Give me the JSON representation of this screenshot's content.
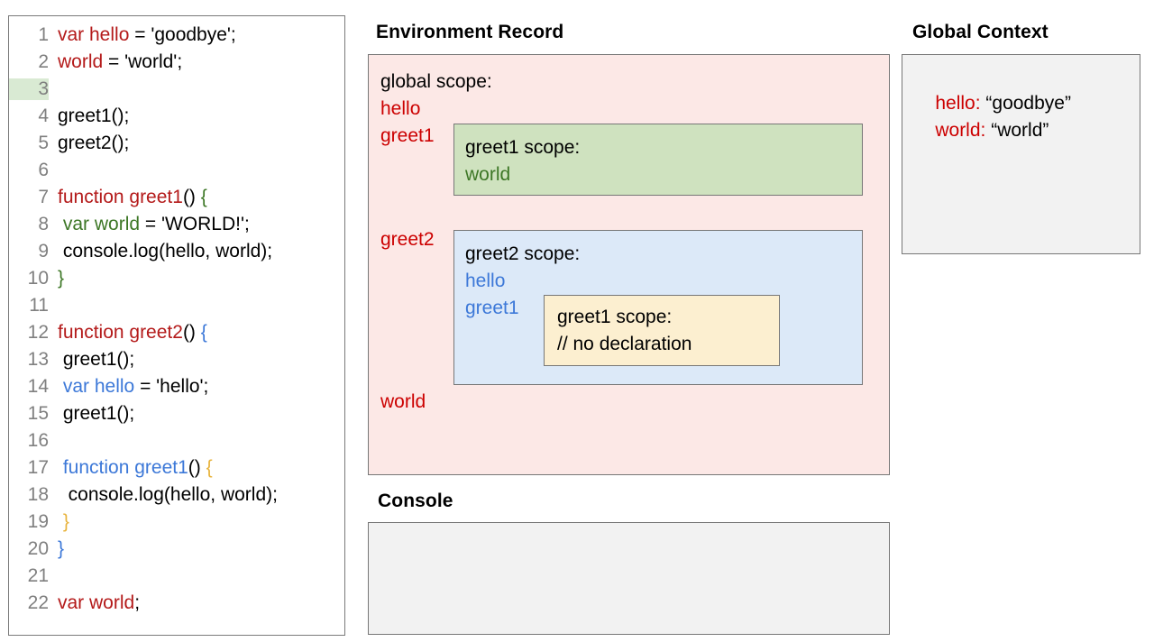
{
  "code_panel": {
    "lines": [
      {
        "num": "1",
        "highlight": false,
        "tokens": [
          {
            "t": "var hello",
            "c": "red"
          },
          {
            "t": " = 'goodbye';",
            "c": "black"
          }
        ]
      },
      {
        "num": "2",
        "highlight": false,
        "tokens": [
          {
            "t": "world",
            "c": "red"
          },
          {
            "t": " = 'world';",
            "c": "black"
          }
        ]
      },
      {
        "num": "3",
        "highlight": true,
        "tokens": [
          {
            "t": "",
            "c": "black"
          }
        ]
      },
      {
        "num": "4",
        "highlight": false,
        "tokens": [
          {
            "t": "greet1();",
            "c": "black"
          }
        ]
      },
      {
        "num": "5",
        "highlight": false,
        "tokens": [
          {
            "t": "greet2();",
            "c": "black"
          }
        ]
      },
      {
        "num": "6",
        "highlight": false,
        "tokens": [
          {
            "t": "",
            "c": "black"
          }
        ]
      },
      {
        "num": "7",
        "highlight": false,
        "tokens": [
          {
            "t": "function greet1",
            "c": "red"
          },
          {
            "t": "() ",
            "c": "black"
          },
          {
            "t": "{",
            "c": "green"
          }
        ]
      },
      {
        "num": "8",
        "highlight": false,
        "tokens": [
          {
            "t": " ",
            "c": "black"
          },
          {
            "t": "var world",
            "c": "green"
          },
          {
            "t": " = 'WORLD!';",
            "c": "black"
          }
        ]
      },
      {
        "num": "9",
        "highlight": false,
        "tokens": [
          {
            "t": " console.log(hello, world);",
            "c": "black"
          }
        ]
      },
      {
        "num": "10",
        "highlight": false,
        "tokens": [
          {
            "t": "}",
            "c": "green"
          }
        ]
      },
      {
        "num": "11",
        "highlight": false,
        "tokens": [
          {
            "t": "",
            "c": "black"
          }
        ]
      },
      {
        "num": "12",
        "highlight": false,
        "tokens": [
          {
            "t": "function greet2",
            "c": "red"
          },
          {
            "t": "() ",
            "c": "black"
          },
          {
            "t": "{",
            "c": "blue"
          }
        ]
      },
      {
        "num": "13",
        "highlight": false,
        "tokens": [
          {
            "t": " greet1();",
            "c": "black"
          }
        ]
      },
      {
        "num": "14",
        "highlight": false,
        "tokens": [
          {
            "t": " ",
            "c": "black"
          },
          {
            "t": "var hello",
            "c": "blue"
          },
          {
            "t": " = 'hello';",
            "c": "black"
          }
        ]
      },
      {
        "num": "15",
        "highlight": false,
        "tokens": [
          {
            "t": " greet1();",
            "c": "black"
          }
        ]
      },
      {
        "num": "16",
        "highlight": false,
        "tokens": [
          {
            "t": "",
            "c": "black"
          }
        ]
      },
      {
        "num": "17",
        "highlight": false,
        "tokens": [
          {
            "t": " ",
            "c": "black"
          },
          {
            "t": "function greet1",
            "c": "blue"
          },
          {
            "t": "() ",
            "c": "black"
          },
          {
            "t": "{",
            "c": "gold"
          }
        ]
      },
      {
        "num": "18",
        "highlight": false,
        "tokens": [
          {
            "t": "  console.log(hello, world);",
            "c": "black"
          }
        ]
      },
      {
        "num": "19",
        "highlight": false,
        "tokens": [
          {
            "t": " ",
            "c": "black"
          },
          {
            "t": "}",
            "c": "gold"
          }
        ]
      },
      {
        "num": "20",
        "highlight": false,
        "tokens": [
          {
            "t": "}",
            "c": "blue"
          }
        ]
      },
      {
        "num": "21",
        "highlight": false,
        "tokens": [
          {
            "t": "",
            "c": "black"
          }
        ]
      },
      {
        "num": "22",
        "highlight": false,
        "tokens": [
          {
            "t": "var world",
            "c": "red"
          },
          {
            "t": ";",
            "c": "black"
          }
        ]
      }
    ]
  },
  "environment_record": {
    "title": "Environment Record",
    "global_scope_label": "global scope:",
    "global_vars": {
      "hello": "hello",
      "greet1": "greet1",
      "greet2": "greet2",
      "world": "world"
    },
    "greet1_scope": {
      "label": "greet1 scope:",
      "vars": {
        "world": "world"
      }
    },
    "greet2_scope": {
      "label": "greet2 scope:",
      "vars": {
        "hello": "hello",
        "greet1": "greet1"
      }
    },
    "greet1_nested_scope": {
      "label": "greet1 scope:",
      "note": "// no declaration"
    }
  },
  "global_context": {
    "title": "Global Context",
    "entries": [
      {
        "key": "hello:",
        "value": "“goodbye”"
      },
      {
        "key": "world:",
        "value": "“world”"
      }
    ]
  },
  "console": {
    "title": "Console",
    "output": ""
  },
  "colors": {
    "red": "#cc0000",
    "dark_red": "#b41a1a",
    "green": "#3d7726",
    "blue": "#3c78d8",
    "gold": "#e8b33c",
    "env_record_bg": "#fce8e6",
    "greet1_scope_bg": "#cfe2bf",
    "greet2_scope_bg": "#dce9f8",
    "greet1_nested_bg": "#fcefd0",
    "panel_bg": "#f2f2f2",
    "line_highlight": "#d9ead3",
    "border": "#777777"
  }
}
